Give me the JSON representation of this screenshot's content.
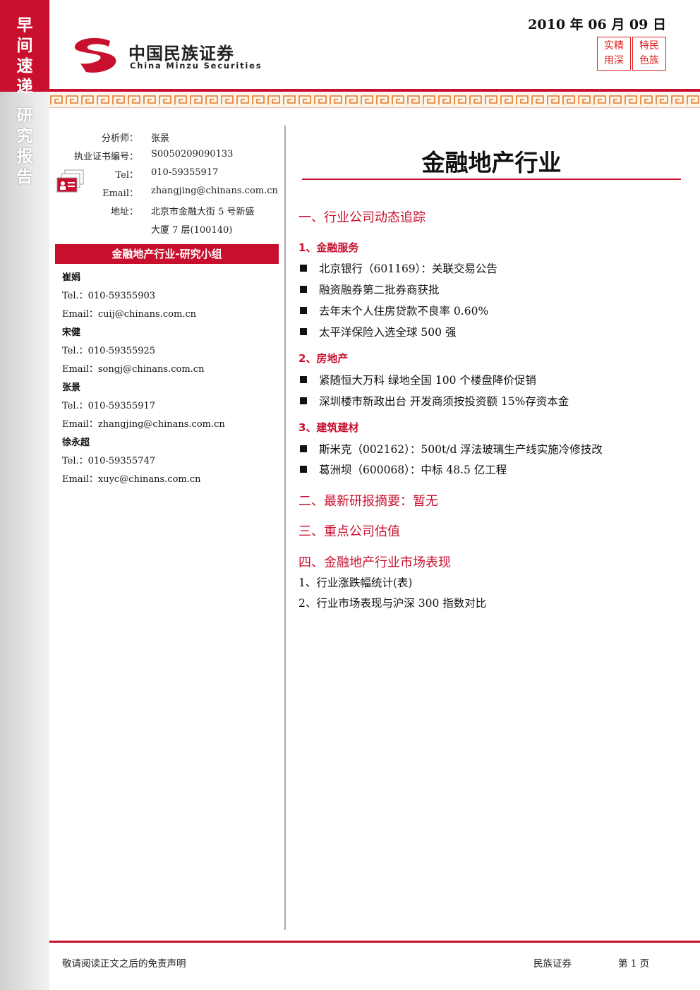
{
  "sidebar": {
    "top_label": [
      "早",
      "间",
      "速",
      "递"
    ],
    "bottom_label": [
      "研",
      "究",
      "报",
      "告"
    ]
  },
  "header": {
    "logo_cn": "中国民族证券",
    "logo_en": "China Minzu Securities",
    "date": "2010 年 06 月 09 日",
    "stamp_left": [
      "实",
      "精",
      "用",
      "深"
    ],
    "stamp_right": [
      "特",
      "民",
      "色",
      "族"
    ]
  },
  "analyst": {
    "rows": [
      {
        "label": "分析师：",
        "value": "张景"
      },
      {
        "label": "执业证书编号：",
        "value": "S0050209090133"
      },
      {
        "label": "Tel：",
        "value": "010-59355917"
      },
      {
        "label": "Email：",
        "value": "zhangjing@chinans.com.cn"
      },
      {
        "label": "地址：",
        "value": "北京市金融大街  5  号新盛"
      }
    ],
    "address_line2": "大厦 7 层(100140)"
  },
  "team": {
    "header": "金融地产行业-研究小组",
    "members": [
      {
        "name": "崔娟",
        "tel": "Tel.：010-59355903",
        "email": "Email：cuij@chinans.com.cn"
      },
      {
        "name": "宋健",
        "tel": "Tel.：010-59355925",
        "email": "Email：songj@chinans.com.cn"
      },
      {
        "name": "张景",
        "tel": "Tel.：010-59355917",
        "email": "Email：zhangjing@chinans.com.cn"
      },
      {
        "name": "徐永超",
        "tel": "Tel.：010-59355747",
        "email": "Email：xuyc@chinans.com.cn"
      }
    ]
  },
  "main": {
    "title": "金融地产行业",
    "section1": "一、行业公司动态追踪",
    "sub1": "1、金融服务",
    "sub1_items": [
      "北京银行（601169）：关联交易公告",
      "融资融券第二批券商获批",
      "去年末个人住房贷款不良率 0.60%",
      "太平洋保险入选全球 500 强"
    ],
    "sub2": "2、房地产",
    "sub2_items": [
      "紧随恒大万科  绿地全国 100 个楼盘降价促销",
      "深圳楼市新政出台  开发商须按投资额 15%存资本金"
    ],
    "sub3": "3、建筑建材",
    "sub3_items": [
      "斯米克（002162）：500t/d 浮法玻璃生产线实施冷修技改",
      "葛洲坝（600068）：中标 48.5 亿工程"
    ],
    "section2": "二、最新研报摘要：暂无",
    "section3": "三、重点公司估值",
    "section4": "四、金融地产行业市场表现",
    "section4_items": [
      "1、行业涨跌幅统计(表)",
      "2、行业市场表现与沪深 300 指数对比"
    ]
  },
  "footer": {
    "disclaimer": "敬请阅读正文之后的免责声明",
    "company": "民族证券",
    "page": "第 1 页"
  },
  "colors": {
    "brand_red": "#c8102e"
  }
}
